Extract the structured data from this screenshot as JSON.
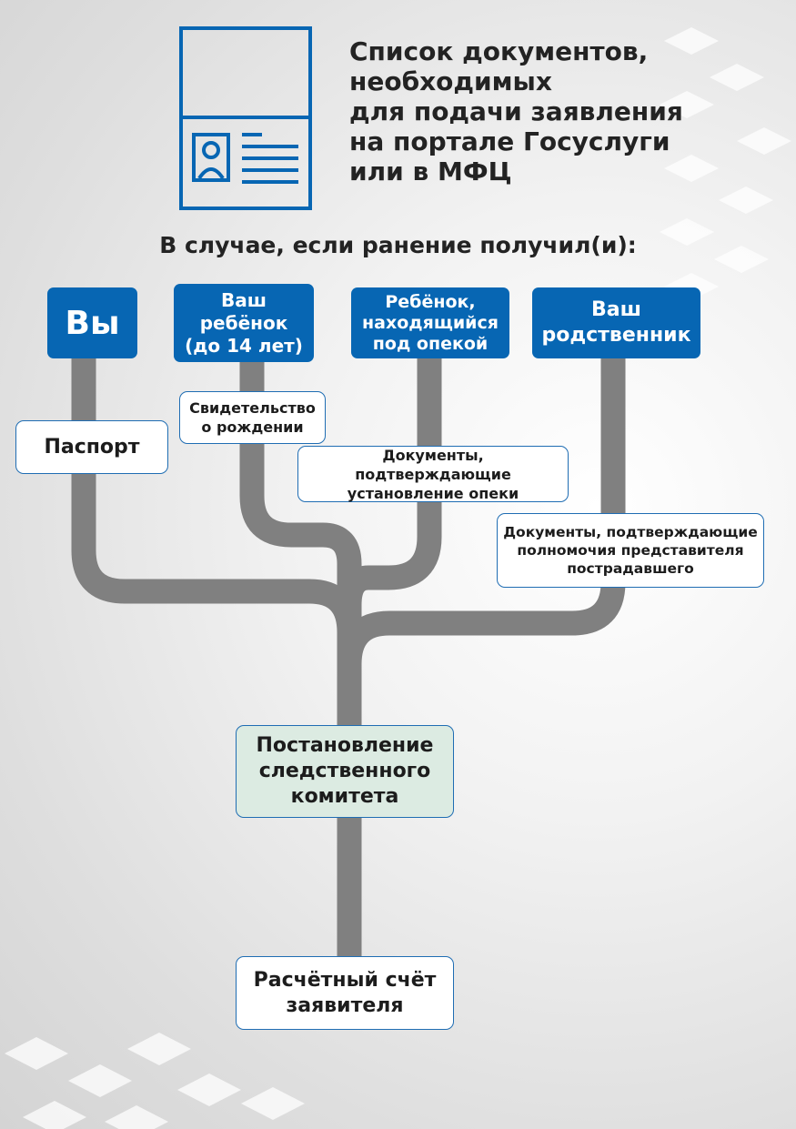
{
  "header": {
    "title_line1": "Список документов,",
    "title_line2": "необходимых",
    "title_line3": "для подачи заявления",
    "title_line4_prefix": "на портале ",
    "title_line4_emph": "Госуслуги",
    "title_line5": "или в МФЦ"
  },
  "subtitle": "В случае, если ранение получил(и):",
  "recipients": [
    {
      "label": "Вы"
    },
    {
      "label": "Ваш ребёнок (до 14 лет)"
    },
    {
      "label": "Ребёнок, находящийся под опекой"
    },
    {
      "label": "Ваш родственник"
    }
  ],
  "documents": {
    "passport": "Паспорт",
    "birth_certificate": "Свидетельство о рождении",
    "custody_docs": "Документы, подтверждающие установление опеки",
    "representative_docs": "Документы, подтверждающие полномочия представителя пострадавшего",
    "investigation_decision": "Постановление следственного комитета",
    "bank_account": "Расчётный счёт заявителя"
  },
  "colors": {
    "accent_blue": "#0766b3",
    "tree_gray": "#808080",
    "highlight_green": "#dcebe2"
  },
  "icons": [
    "document-id-card-icon"
  ]
}
